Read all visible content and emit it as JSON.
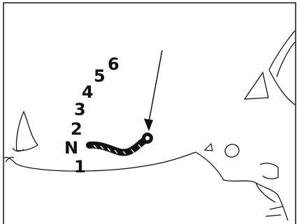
{
  "diagram": {
    "gear_positions": [
      {
        "id": "1",
        "label": "1"
      },
      {
        "id": "N",
        "label": "N"
      },
      {
        "id": "2",
        "label": "2"
      },
      {
        "id": "3",
        "label": "3"
      },
      {
        "id": "4",
        "label": "4"
      },
      {
        "id": "5",
        "label": "5"
      },
      {
        "id": "6",
        "label": "6"
      }
    ],
    "parts": {
      "lever": "gear-shift-lever",
      "pointer": "arrow"
    },
    "colors": {
      "line": "#111111",
      "background": "#ffffff"
    }
  }
}
